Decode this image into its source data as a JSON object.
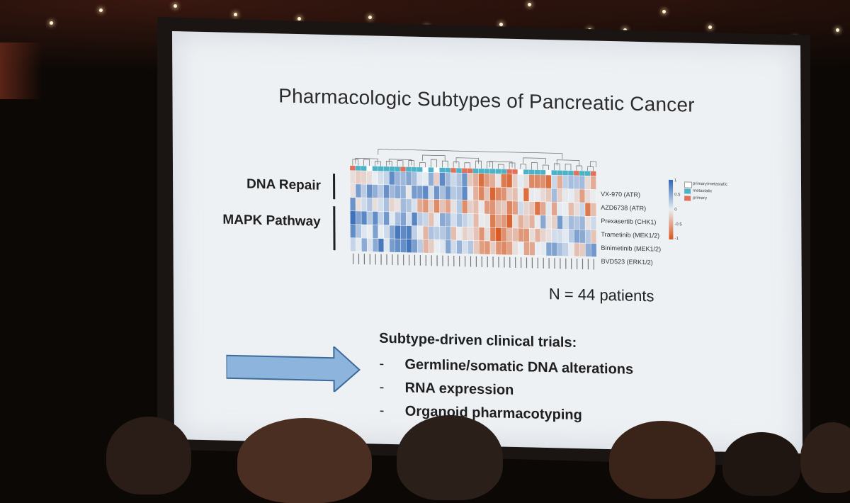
{
  "slide": {
    "title": "Pharmacologic Subtypes of Pancreatic Cancer",
    "groups": [
      {
        "label": "DNA Repair"
      },
      {
        "label": "MAPK Pathway"
      }
    ],
    "drugs": [
      "VX-970 (ATR)",
      "AZD6738 (ATR)",
      "Prexasertib (CHK1)",
      "Trametinib (MEK1/2)",
      "Binimetinib (MEK1/2)",
      "BVD523 (ERK1/2)"
    ],
    "heatmap": {
      "columns": 44,
      "rows": 6,
      "colors": {
        "low": "#2f67b5",
        "mid": "#e9eef3",
        "high": "#d9541a"
      }
    },
    "legend": {
      "ticks": [
        "1",
        "0.5",
        "0",
        "-0.5",
        "-1"
      ],
      "categories": [
        {
          "label": "primary/metastatic",
          "color": "#ffffff"
        },
        {
          "label": "metastatic",
          "color": "#4bb3c7"
        },
        {
          "label": "primary",
          "color": "#e0705a"
        }
      ]
    },
    "n_label": "N = 44 patients",
    "trials_heading": "Subtype-driven clinical trials:",
    "trials": [
      {
        "dash": "-",
        "text": "Germline/somatic DNA alterations"
      },
      {
        "dash": "-",
        "text": "RNA expression"
      },
      {
        "dash": "-",
        "text": "Organoid pharmacotyping"
      }
    ],
    "arrow_color": "#8db4dc"
  }
}
